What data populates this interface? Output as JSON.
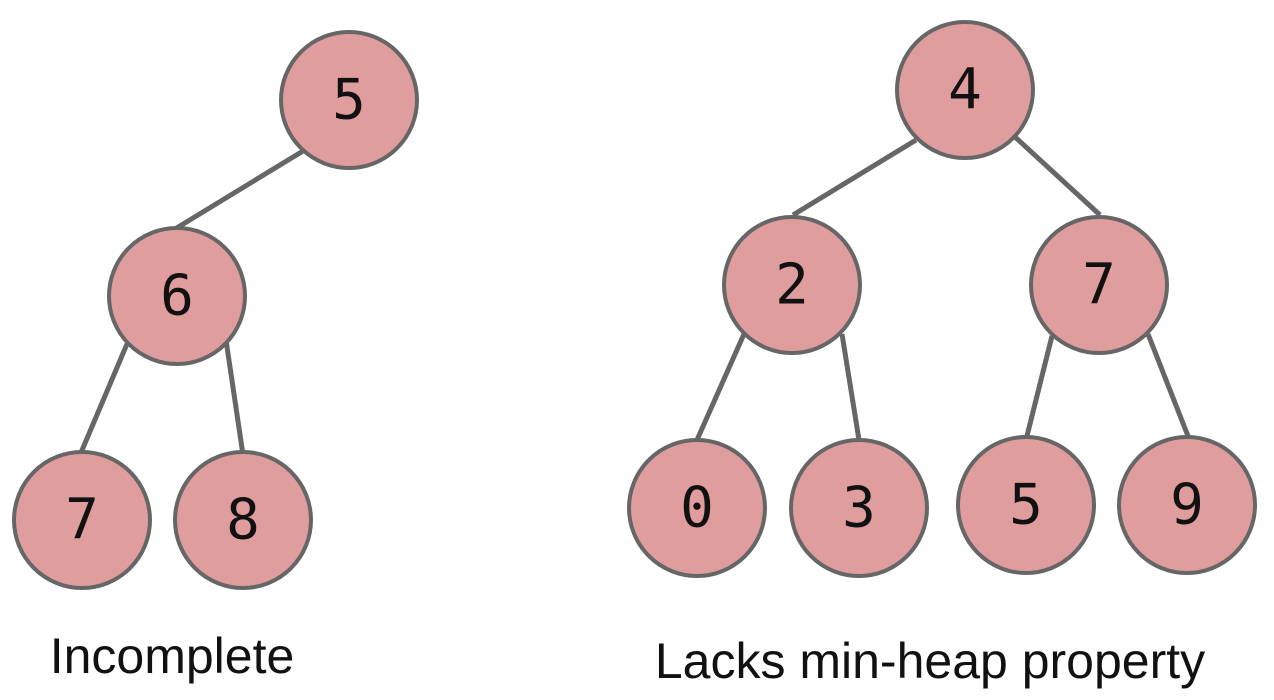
{
  "trees": [
    {
      "caption": "Incomplete",
      "nodes": [
        {
          "id": "root",
          "label": "5"
        },
        {
          "id": "left",
          "label": "6"
        },
        {
          "id": "left-left",
          "label": "7"
        },
        {
          "id": "left-right",
          "label": "8"
        }
      ],
      "edges": [
        [
          "root",
          "left"
        ],
        [
          "left",
          "left-left"
        ],
        [
          "left",
          "left-right"
        ]
      ]
    },
    {
      "caption": "Lacks min-heap property",
      "nodes": [
        {
          "id": "root",
          "label": "4"
        },
        {
          "id": "left",
          "label": "2"
        },
        {
          "id": "right",
          "label": "7"
        },
        {
          "id": "left-left",
          "label": "0"
        },
        {
          "id": "left-right",
          "label": "3"
        },
        {
          "id": "right-left",
          "label": "5"
        },
        {
          "id": "right-right",
          "label": "9"
        }
      ],
      "edges": [
        [
          "root",
          "left"
        ],
        [
          "root",
          "right"
        ],
        [
          "left",
          "left-left"
        ],
        [
          "left",
          "left-right"
        ],
        [
          "right",
          "right-left"
        ],
        [
          "right",
          "right-right"
        ]
      ]
    }
  ],
  "colors": {
    "node_fill": "#e09d9d",
    "node_stroke": "#666666",
    "edge": "#666666",
    "text": "#111111"
  }
}
